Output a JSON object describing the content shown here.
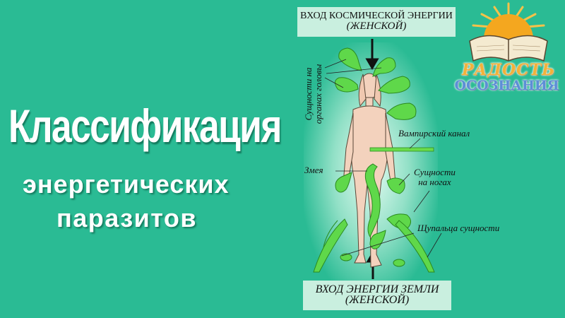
{
  "title": {
    "line1": "Классификация",
    "line2": "энергетических",
    "line3": "паразитов"
  },
  "diagram": {
    "top_label": {
      "line1": "ВХОД КОСМИЧЕСКОЙ ЭНЕРГИИ",
      "line2": "(ЖЕНСКОЙ)"
    },
    "bottom_label": {
      "line1": "ВХОД ЭНЕРГИИ ЗЕМЛИ",
      "line2": "(ЖЕНСКОЙ)"
    },
    "annotations": {
      "head_entities_line1": "Сущности на",
      "head_entities_line2": "органах головы",
      "vampire_channel": "Вампирский канал",
      "snake": "Змея",
      "leg_entities_line1": "Сущности",
      "leg_entities_line2": "на ногах",
      "tentacles": "Щупальца сущности"
    }
  },
  "logo": {
    "line1": "РАДОСТЬ",
    "line2": "ОСОЗНАНИЯ",
    "icon": "open-book-with-sun-icon"
  },
  "colors": {
    "background": "#2abb94",
    "label_box": "#c9efdf",
    "entity_green": "#5fd84a",
    "body_skin": "#f3d2bd",
    "logo_orange": "#f2b23a",
    "logo_blue": "#5c8fd6"
  }
}
